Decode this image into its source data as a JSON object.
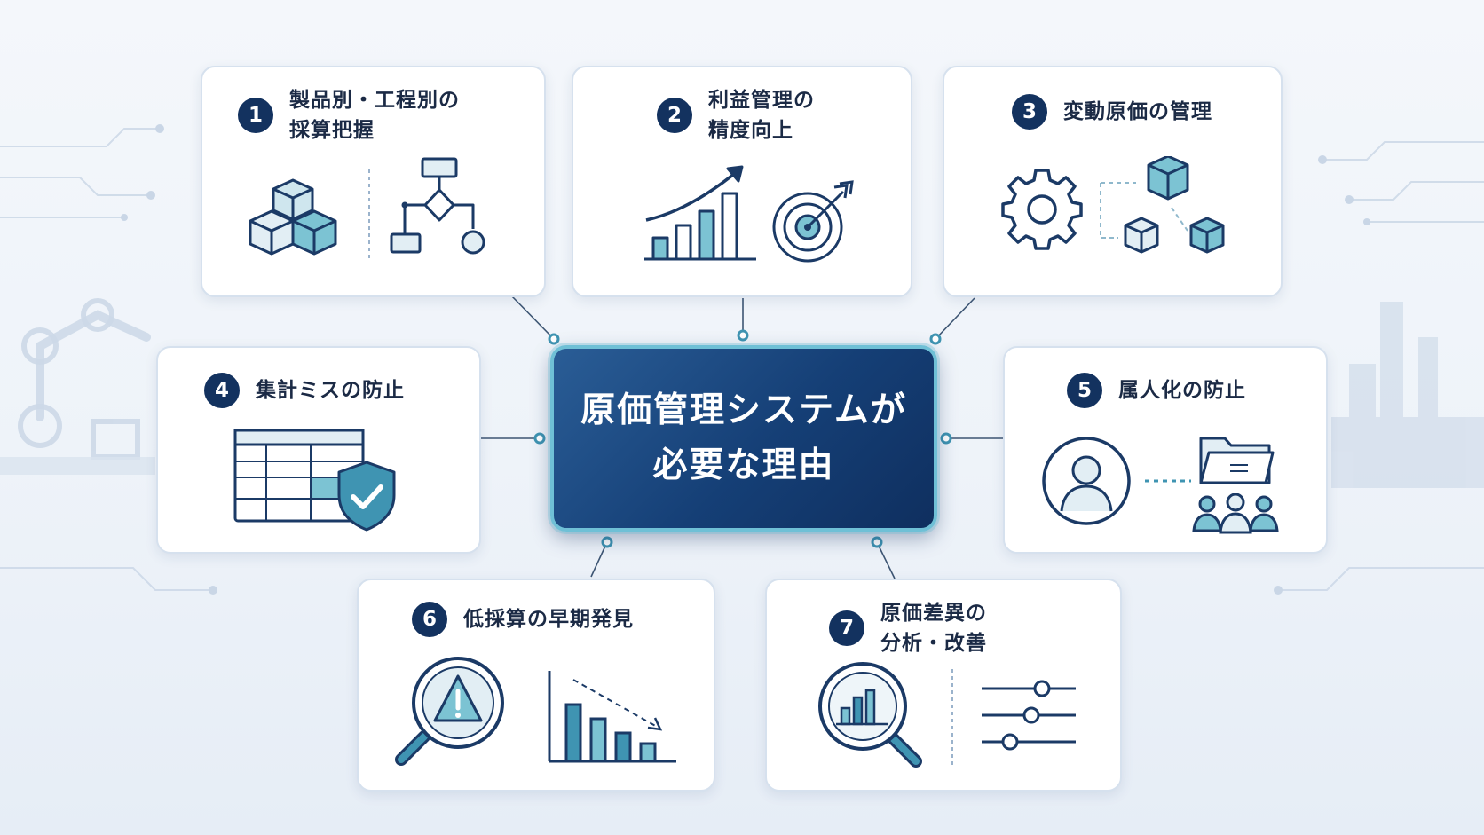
{
  "center": {
    "title": "原価管理システムが\n必要な理由"
  },
  "reasons": [
    {
      "num": "1",
      "label": "製品別・工程別の\n採算把握"
    },
    {
      "num": "2",
      "label": "利益管理の\n精度向上"
    },
    {
      "num": "3",
      "label": "変動原価の管理"
    },
    {
      "num": "4",
      "label": "集計ミスの防止"
    },
    {
      "num": "5",
      "label": "属人化の防止"
    },
    {
      "num": "6",
      "label": "低採算の早期発見"
    },
    {
      "num": "7",
      "label": "原価差異の\n分析・改善"
    }
  ],
  "colors": {
    "navy": "#13325f",
    "teal": "#7cc3d3",
    "accent": "#3a91ad",
    "border": "#d6e1ee"
  },
  "icons": [
    [
      "boxes-stack-icon",
      "flowchart-icon"
    ],
    [
      "growth-chart-icon",
      "target-icon"
    ],
    [
      "gear-icon",
      "cube-network-icon"
    ],
    [
      "spreadsheet-icon",
      "shield-check-icon"
    ],
    [
      "user-icon",
      "folder-icon",
      "team-icon"
    ],
    [
      "magnifier-warning-icon",
      "declining-bars-icon"
    ],
    [
      "magnifier-chart-icon",
      "sliders-icon"
    ]
  ]
}
